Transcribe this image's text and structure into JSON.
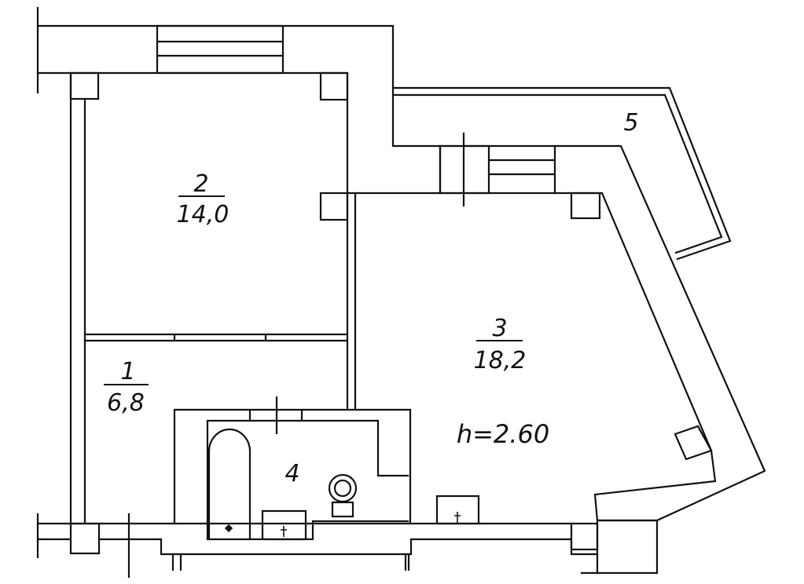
{
  "rooms": [
    {
      "number": "1",
      "area": "6,8"
    },
    {
      "number": "2",
      "area": "14,0"
    },
    {
      "number": "3",
      "area": "18,2"
    },
    {
      "number": "4",
      "area": ""
    },
    {
      "number": "5",
      "area": ""
    }
  ],
  "ceiling_height": "h=2.60",
  "colors": {
    "line": "#111111",
    "background": "#ffffff"
  }
}
